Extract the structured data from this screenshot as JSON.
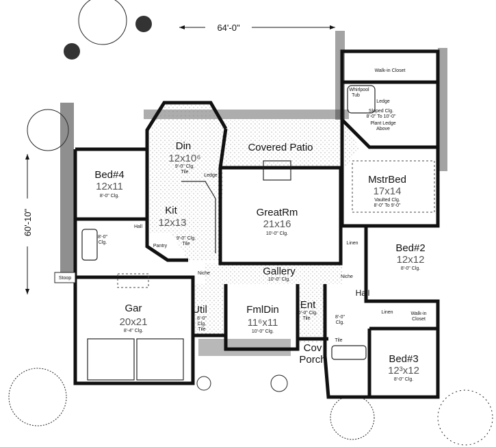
{
  "dimensions": {
    "width": "64'-0\"",
    "depth": "60'-10\""
  },
  "rooms": {
    "dining": {
      "name": "Din",
      "size": "12x10⁶",
      "ceiling": "9'-0\" Clg.",
      "floor": "Tile"
    },
    "covered_patio": {
      "name": "Covered Patio"
    },
    "bed4": {
      "name": "Bed#4",
      "size": "12x11",
      "ceiling": "8'-0\" Clg."
    },
    "kitchen": {
      "name": "Kit",
      "size": "12x13",
      "ceiling": "9'-0\" Clg.",
      "floor": "Tile"
    },
    "great_room": {
      "name": "GreatRm",
      "size": "21x16",
      "ceiling": "10'-0\" Clg."
    },
    "master_bed": {
      "name": "MstrBed",
      "size": "17x14",
      "ceiling": "Vaulted Clg.",
      "ceiling_range": "8'-0\" To 9'-0\""
    },
    "master_bath": {
      "closet": "Walk-in Closet",
      "tub": "Whirlpool",
      "tub2": "Tub",
      "ledge": "Ledge",
      "ceiling": "Sloped Clg.",
      "ceiling_range": "8'-0\" To 10'-0\"",
      "plant_ledge": "Plant Ledge",
      "above": "Above"
    },
    "bed2": {
      "name": "Bed#2",
      "size": "12x12",
      "ceiling": "8'-0\" Clg."
    },
    "gallery": {
      "name": "Gallery",
      "ceiling": "10'-0\" Clg."
    },
    "formal_dining": {
      "name": "FmlDin",
      "size": "11⁶x11",
      "ceiling": "10'-0\" Clg."
    },
    "entry": {
      "name": "Ent",
      "ceiling": "10'-0\" Clg.",
      "floor": "Tile"
    },
    "utility": {
      "name": "Util",
      "ceiling": "8'-0\"",
      "ceiling2": "Clg.",
      "floor": "Tile"
    },
    "garage": {
      "name": "Gar",
      "size": "20x21",
      "ceiling": "8'-4\" Clg."
    },
    "covered_porch": {
      "name": "Cov",
      "name2": "Porch"
    },
    "bed3": {
      "name": "Bed#3",
      "size": "12³x12",
      "ceiling": "8'-0\" Clg."
    }
  },
  "labels": {
    "hall_right": "Hall",
    "hall_left": "Hall",
    "linen_upper": "Linen",
    "linen_lower": "Linen",
    "niche_right": "Niche",
    "niche_left": "Niche",
    "walkin_closet_bed3": "Walk-in",
    "walkin_closet_bed3_2": "Closet",
    "bath2_ceiling": "8'-0\"",
    "bath2_ceiling2": "Clg.",
    "bath2_tile": "Tile",
    "bath4_ceiling": "8'-0\"",
    "bath4_ceiling2": "Clg.",
    "pantry": "Pantry",
    "stoop": "Stoop",
    "kit_ledge": "Ledge"
  }
}
